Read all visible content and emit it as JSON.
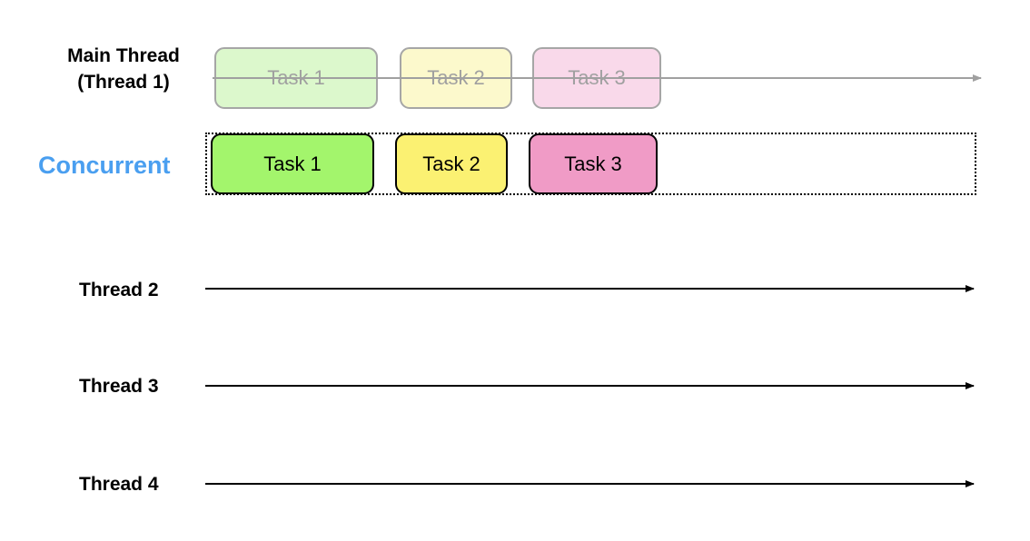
{
  "main_thread": {
    "label_line1": "Main Thread",
    "label_line2": "(Thread 1)",
    "tasks": [
      "Task 1",
      "Task 2",
      "Task 3"
    ]
  },
  "concurrent": {
    "label": "Concurrent",
    "tasks": [
      "Task 1",
      "Task 2",
      "Task 3"
    ]
  },
  "threads": [
    "Thread 2",
    "Thread 3",
    "Thread 4"
  ],
  "colors": {
    "concurrent_label": "#4a9ff0",
    "task1": "#a3f56c",
    "task2": "#fbf172",
    "task3": "#f09bc6",
    "task1_faded": "#dcf8cc",
    "task2_faded": "#fcf9cc",
    "task3_faded": "#f9d9ea",
    "main_arrow": "#a0a0a0",
    "thread_arrow": "#000000"
  }
}
